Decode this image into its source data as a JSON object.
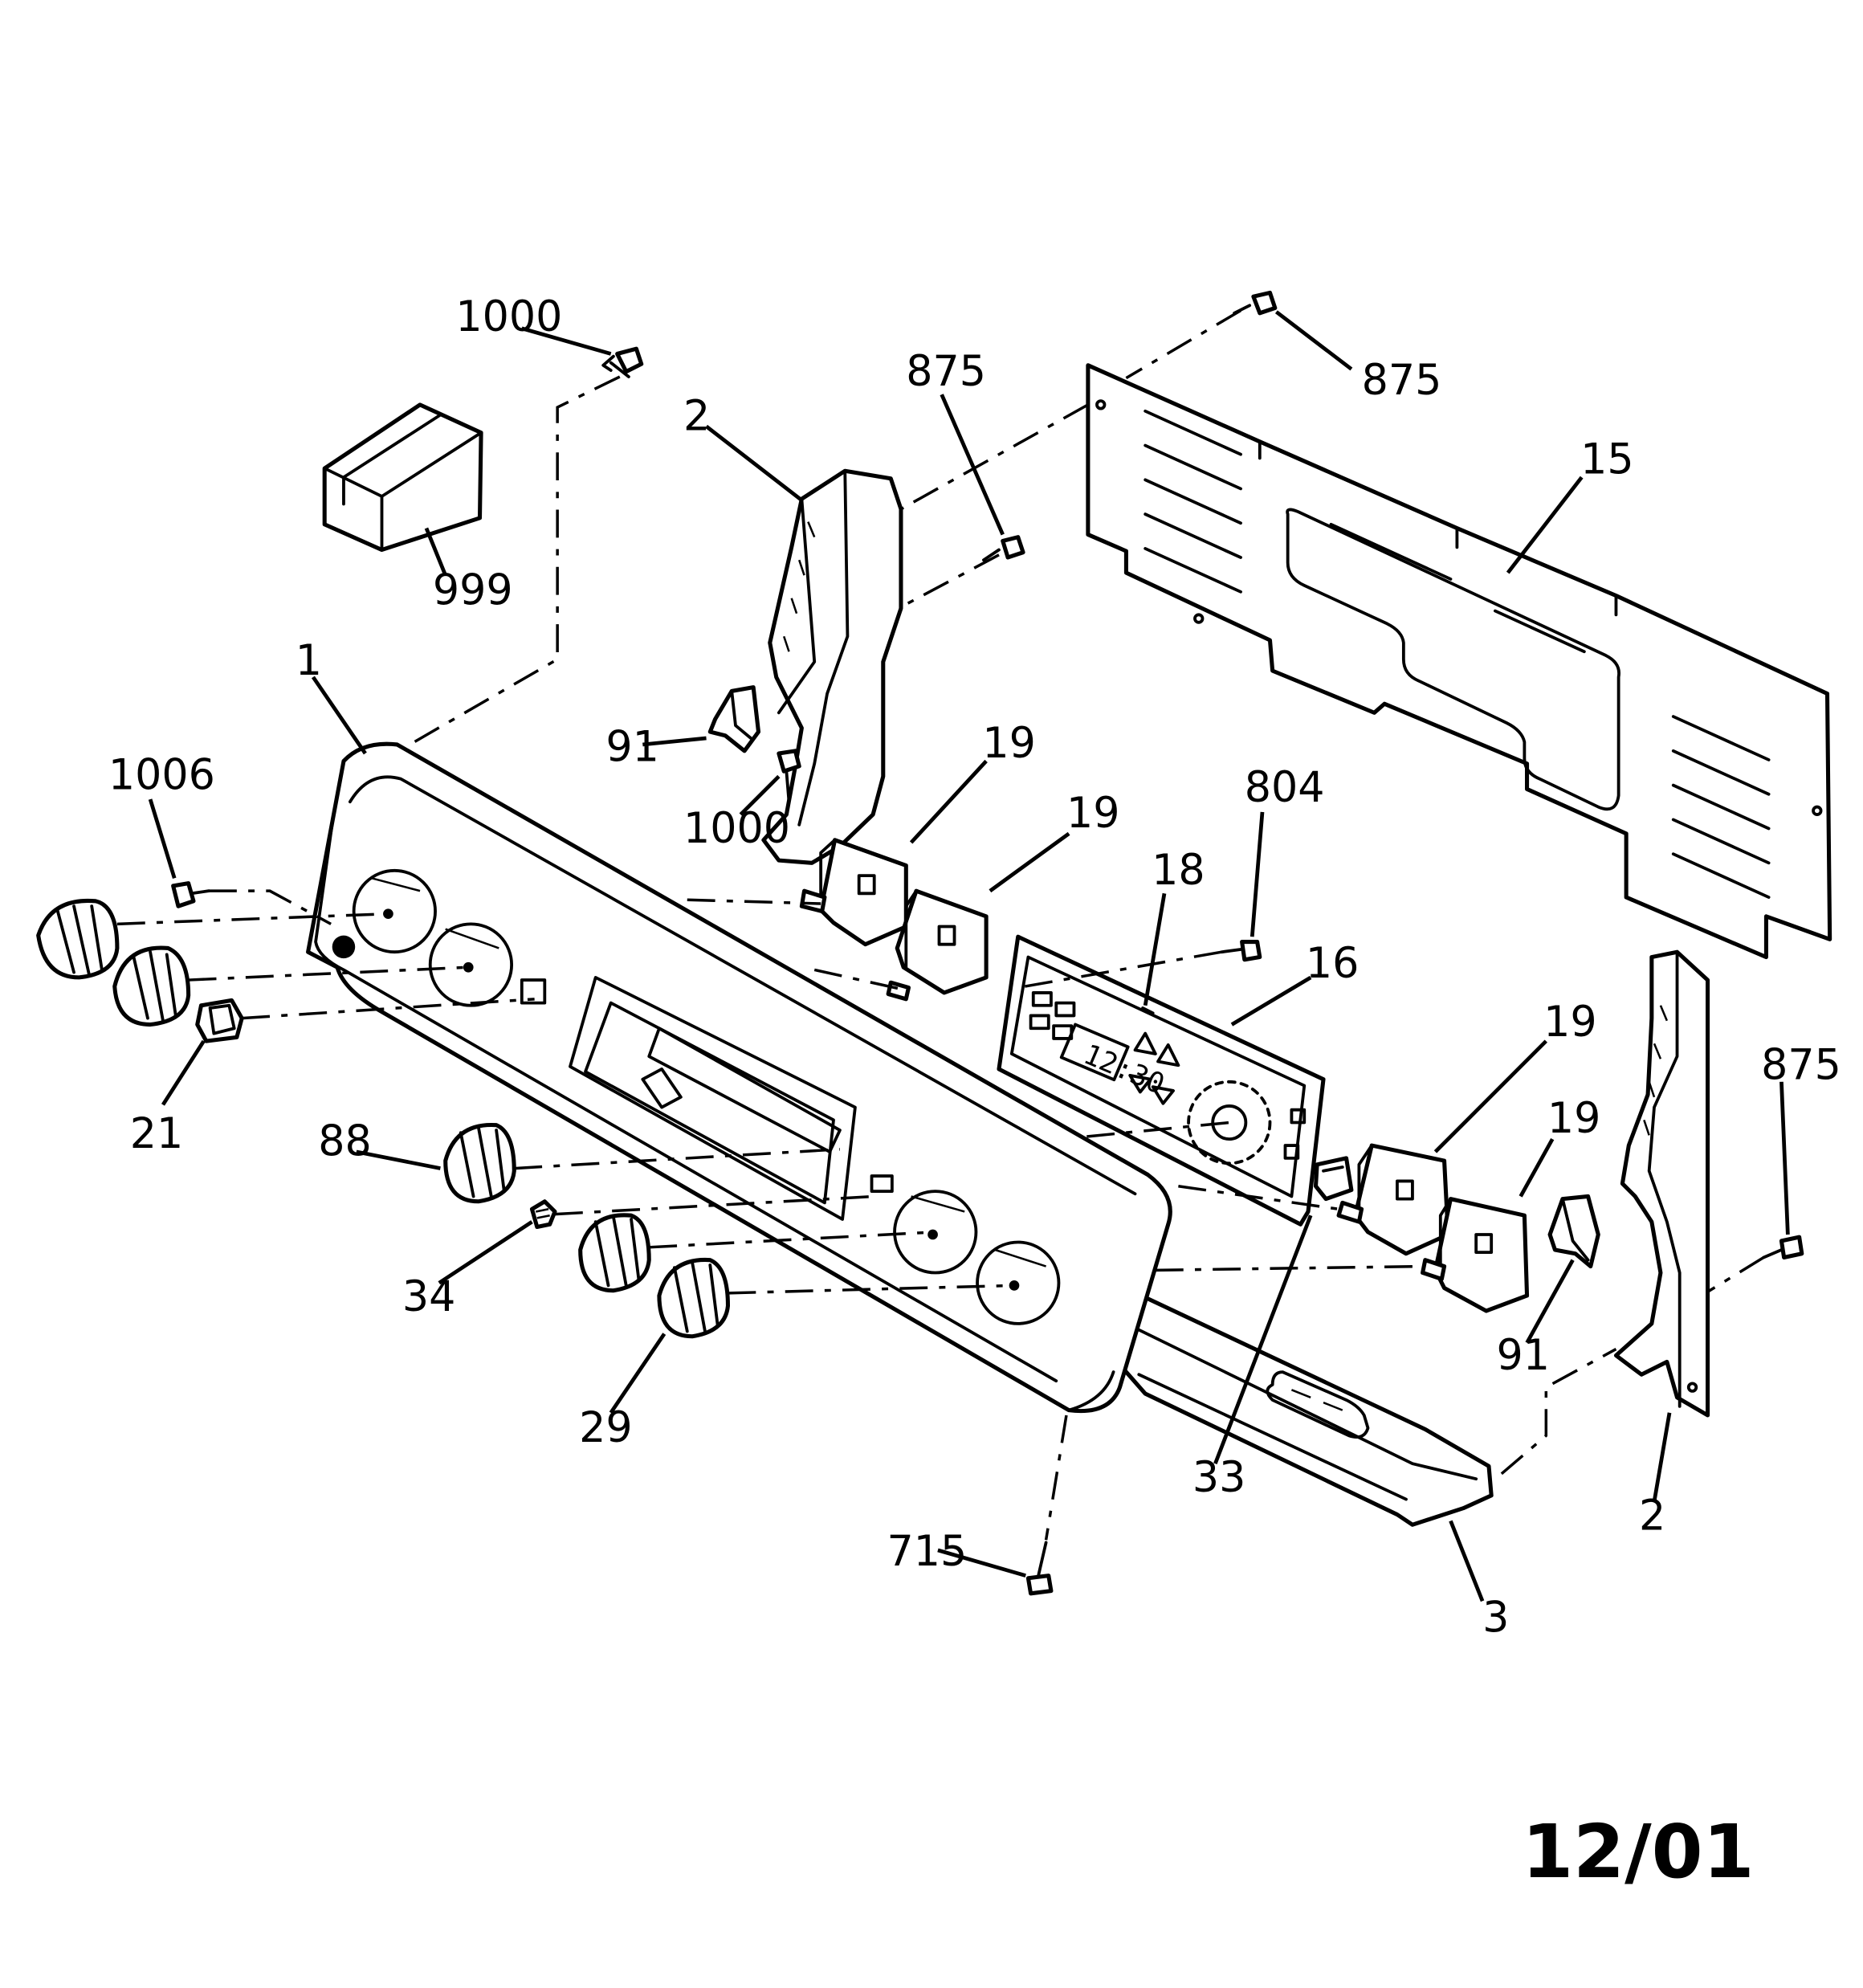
{
  "callouts": {
    "c1000_top": "1000",
    "c875_top_left": "875",
    "c875_top_right": "875",
    "c2_top": "2",
    "c15": "15",
    "c999": "999",
    "c1": "1",
    "c91_left": "91",
    "c1000_mid": "1000",
    "c1006": "1006",
    "c19_a": "19",
    "c19_b": "19",
    "c804": "804",
    "c18": "18",
    "c16": "16",
    "c19_c": "19",
    "c19_d": "19",
    "c875_right": "875",
    "c21": "21",
    "c88": "88",
    "c34": "34",
    "c29": "29",
    "c91_right": "91",
    "c33": "33",
    "c2_bottom": "2",
    "c715": "715",
    "c3": "3"
  },
  "footer": {
    "date": "12/01"
  },
  "panel_text": {
    "clock": "12:30"
  }
}
